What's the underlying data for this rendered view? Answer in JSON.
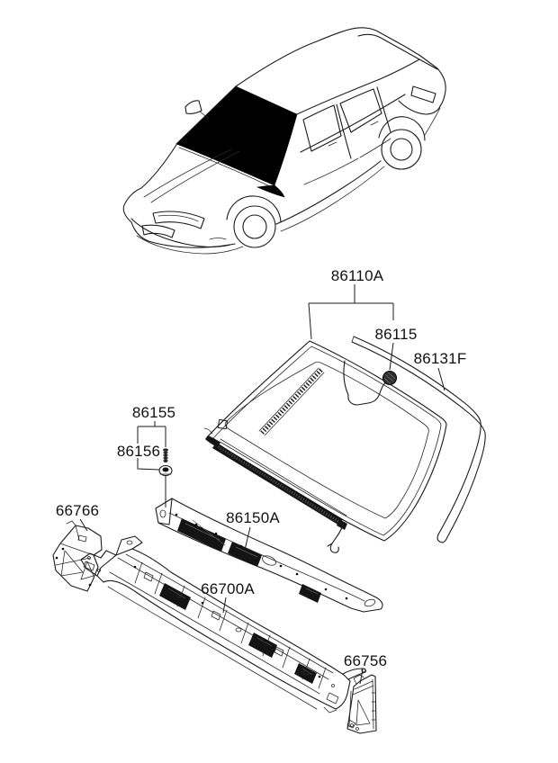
{
  "colors": {
    "background": "#ffffff",
    "line": "#1b1b1b",
    "dark_fill": "#141414"
  },
  "callouts": {
    "windshield_assembly": "86110A",
    "mirror_button": "86115",
    "molding": "86131F",
    "screw": "86155",
    "grommet": "86156",
    "cowl_side_left": "66766",
    "cowl_grille": "86150A",
    "cowl_panel": "66700A",
    "cowl_side_right": "66756"
  }
}
